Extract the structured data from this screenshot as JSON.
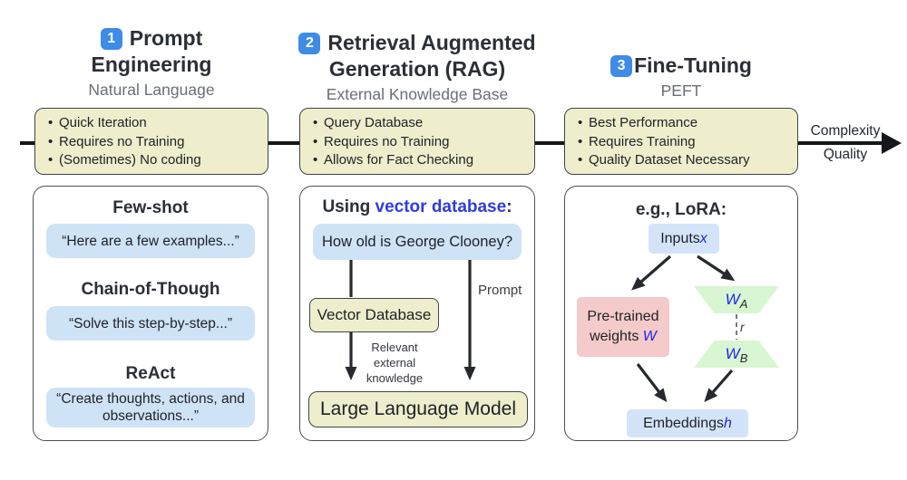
{
  "colors": {
    "badge_blue": "#3e8be8",
    "formula_blue": "#2026e4",
    "accent_title_blue": "#2f3ce0",
    "box_yellow": "#eeeecd",
    "chip_blue": "#cfe3f7",
    "light_blue_box": "#d3e4f9",
    "pink_box": "#f4caca",
    "green_trapezoid": "#d8f6d2",
    "line_black": "#15171a"
  },
  "headers": [
    {
      "badge": "1",
      "title_line1": "Prompt",
      "title_line2": "Engineering",
      "subtitle": "Natural Language"
    },
    {
      "badge": "2",
      "title_line1": "Retrieval Augmented",
      "title_line2": "Generation (RAG)",
      "subtitle": "External Knowledge Base"
    },
    {
      "badge": "3",
      "title_line1": "Fine-Tuning",
      "subtitle": "PEFT"
    }
  ],
  "axis": {
    "label_top": "Complexity",
    "label_bottom": "Quality"
  },
  "bullets": [
    {
      "items": [
        "Quick Iteration",
        "Requires no Training",
        "(Sometimes) No coding"
      ]
    },
    {
      "items": [
        "Query Database",
        "Requires no Training",
        "Allows for Fact Checking"
      ]
    },
    {
      "items": [
        "Best Performance",
        "Requires Training",
        "Quality Dataset Necessary"
      ]
    }
  ],
  "panel1": {
    "section1_title": "Few-shot",
    "section1_example": "“Here are a few examples...”",
    "section2_title": "Chain-of-Though",
    "section2_example": "“Solve this step-by-step...”",
    "section3_title": "ReAct",
    "section3_example": "“Create thoughts, actions, and observations...”"
  },
  "panel2": {
    "title_prefix": "Using ",
    "title_accent": "vector database",
    "title_suffix": ":",
    "question": "How old is George Clooney?",
    "vector_db_label": "Vector Database",
    "prompt_label": "Prompt",
    "relevant_lines": [
      "Relevant",
      "external",
      "knowledge"
    ],
    "llm_label": "Large Language Model"
  },
  "panel3": {
    "title": "e.g., LoRA:",
    "inputs_prefix": "Inputs ",
    "inputs_var": "x",
    "pretrained_line1": "Pre-trained",
    "pretrained_line2_prefix": "weights ",
    "pretrained_var": "W",
    "wa_var": "W",
    "wa_sub": "A",
    "rank_label": "r",
    "wb_var": "W",
    "wb_sub": "B",
    "embeddings_prefix": "Embeddings ",
    "embeddings_var": "h"
  }
}
